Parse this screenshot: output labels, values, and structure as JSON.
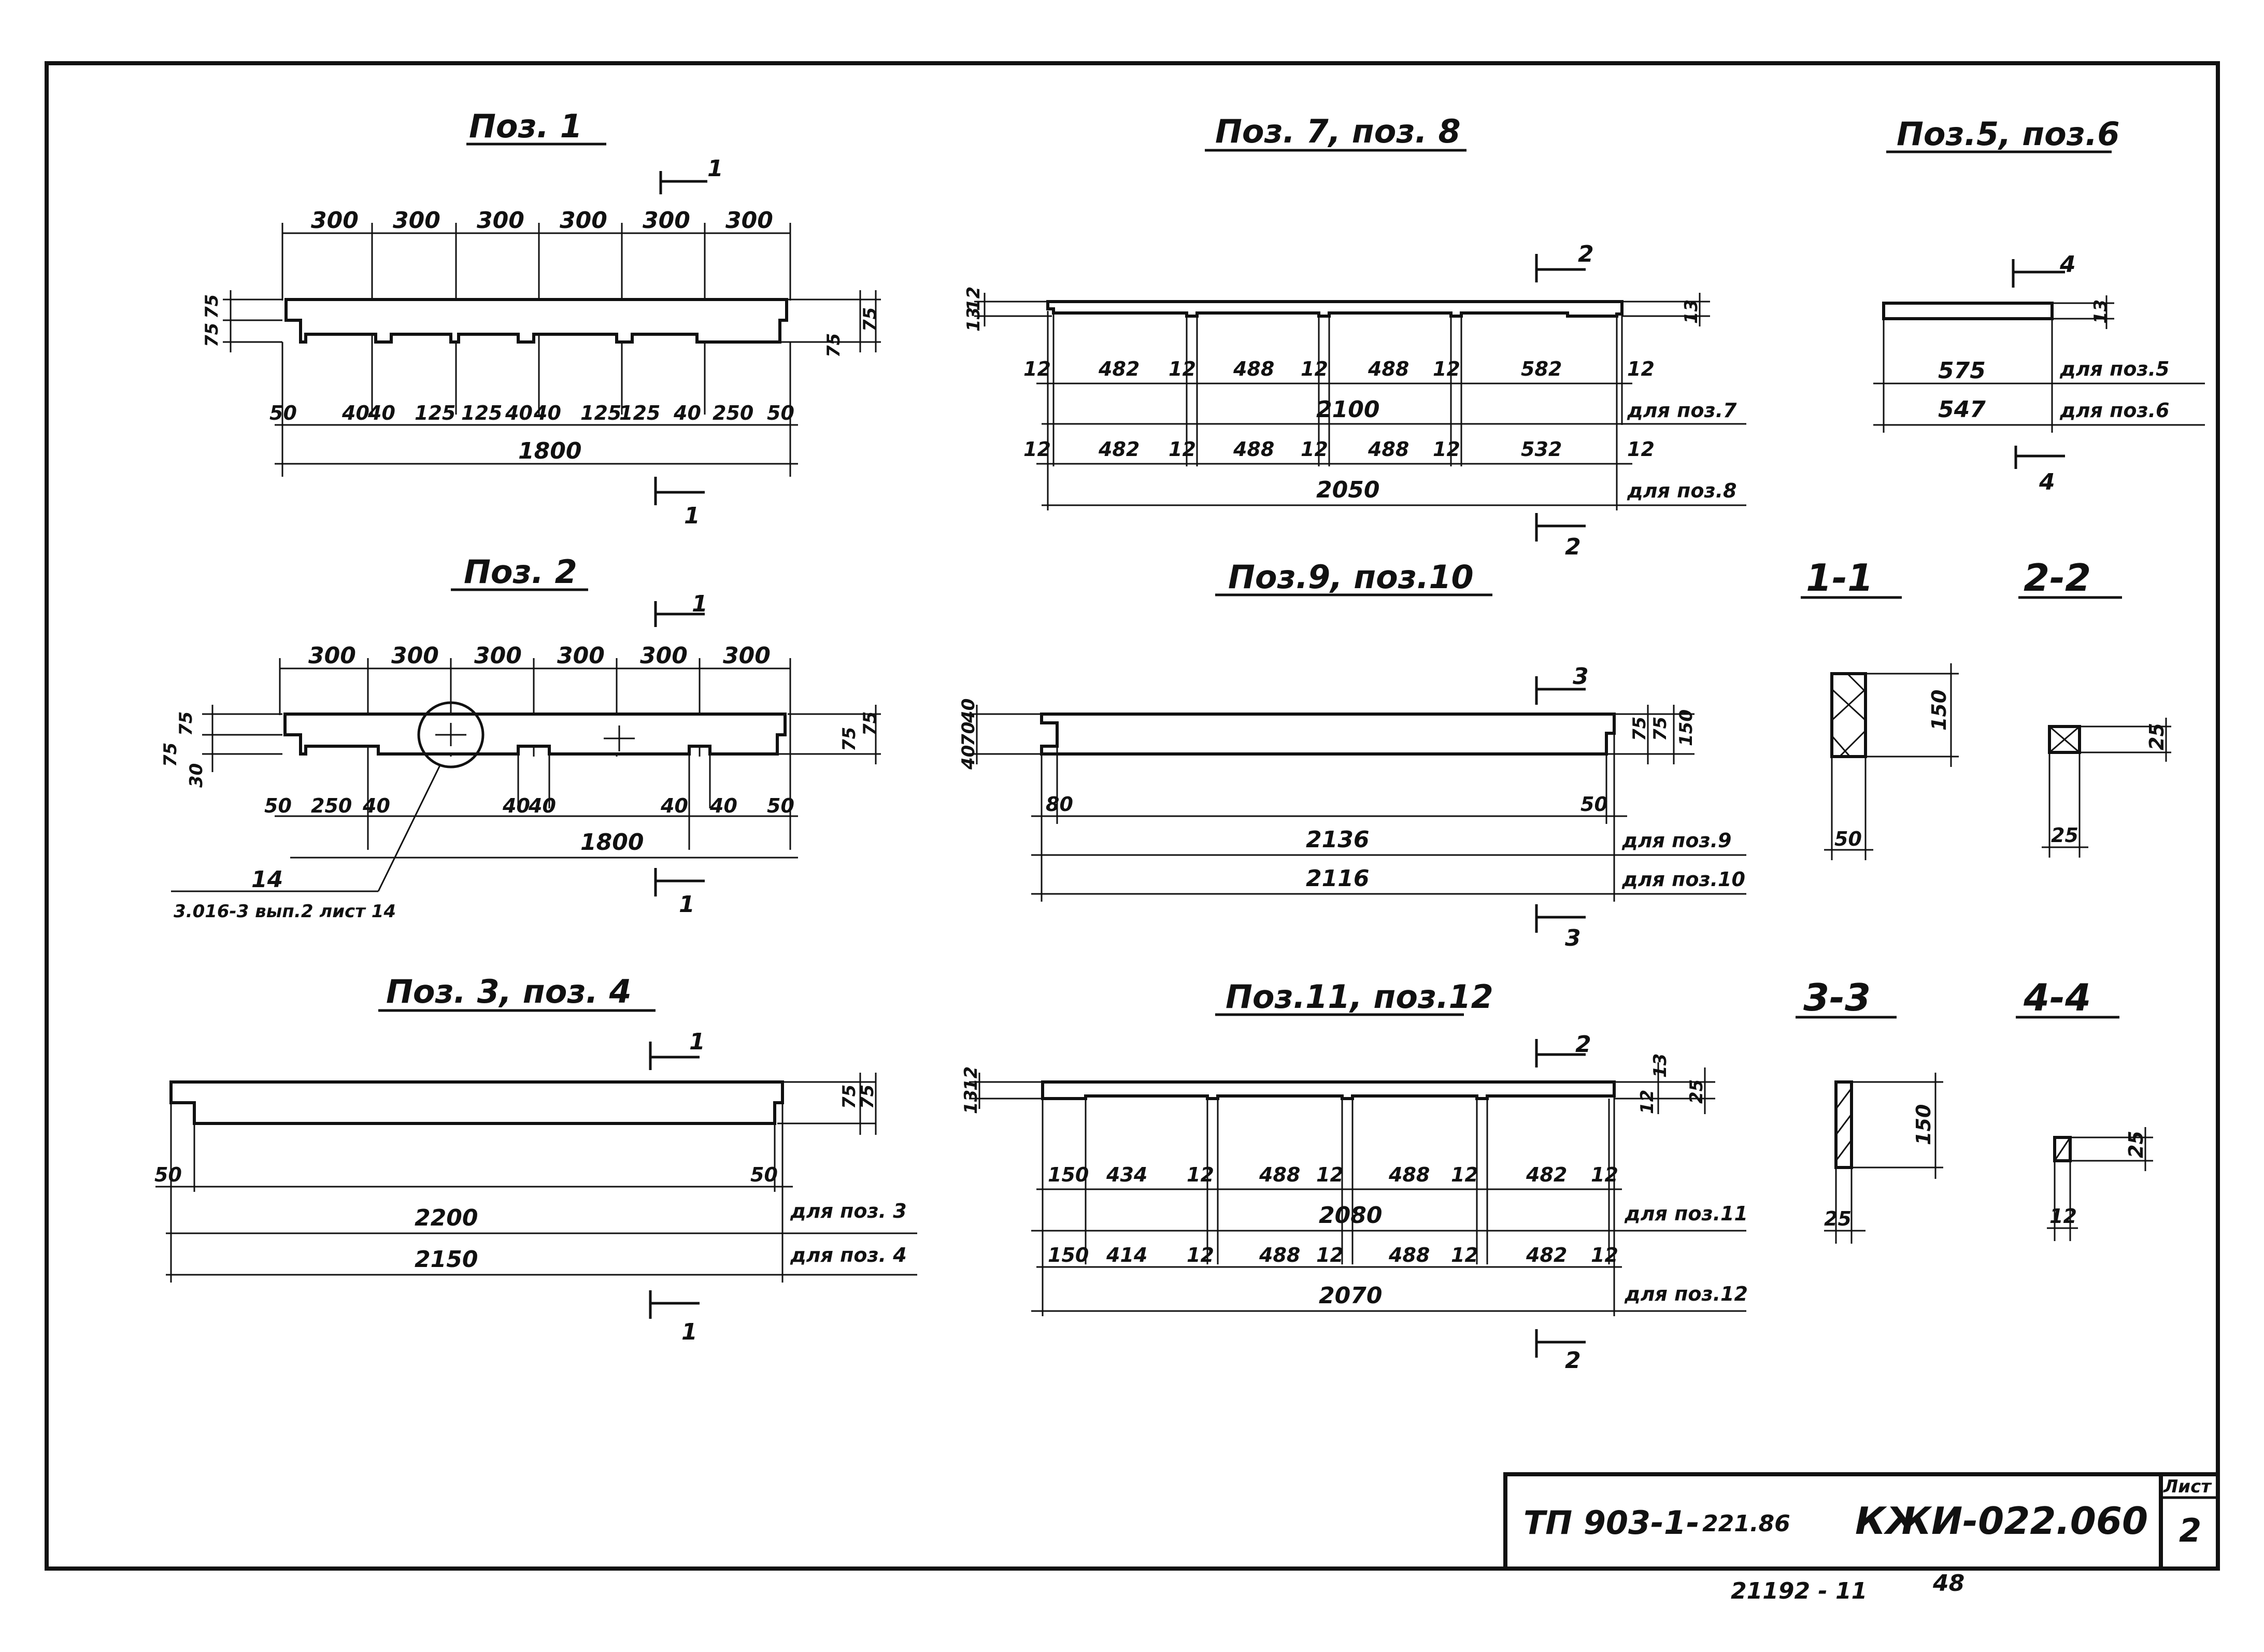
{
  "titles": {
    "poz1": "Поз. 1",
    "poz78": "Поз. 7, поз. 8",
    "poz56": "Поз.5, поз.6",
    "poz2": "Поз. 2",
    "poz910": "Поз.9, поз.10",
    "poz34": "Поз. 3, поз. 4",
    "poz1112": "Поз.11, поз.12"
  },
  "sections": {
    "s11": "1-1",
    "s22": "2-2",
    "s33": "3-3",
    "s44": "4-4"
  },
  "marks": {
    "m1": "1",
    "m2": "2",
    "m3": "3",
    "m4": "4"
  },
  "poz1": {
    "top": [
      "300",
      "300",
      "300",
      "300",
      "300",
      "300"
    ],
    "left_v": [
      "75",
      "75"
    ],
    "right_v": [
      "75",
      "75"
    ],
    "bottom": [
      "50",
      "40",
      "40",
      "125",
      "125",
      "40",
      "40",
      "125",
      "125",
      "40",
      "250",
      "50"
    ],
    "total": "1800"
  },
  "poz2": {
    "top": [
      "300",
      "300",
      "300",
      "300",
      "300",
      "300"
    ],
    "left_v": [
      "75",
      "75",
      "30"
    ],
    "right_v": [
      "75",
      "75"
    ],
    "bottom": [
      "50",
      "250",
      "40",
      "40",
      "40",
      "40",
      "40",
      "50"
    ],
    "total": "1800",
    "callout_num": "14",
    "callout_ref": "3.016-3 вып.2 лист 14"
  },
  "poz34": {
    "right_v": [
      "75",
      "75"
    ],
    "left": "50",
    "right": "50",
    "total1": "2200",
    "label1": "для поз. 3",
    "total2": "2150",
    "label2": "для поз. 4"
  },
  "poz78": {
    "left_v": [
      "12",
      "13"
    ],
    "right_v": [
      "13"
    ],
    "row1": [
      "12",
      "482",
      "12",
      "488",
      "12",
      "488",
      "12",
      "582",
      "12"
    ],
    "total1": "2100",
    "label1": "для поз.7",
    "row2": [
      "12",
      "482",
      "12",
      "488",
      "12",
      "488",
      "12",
      "532",
      "12"
    ],
    "total2": "2050",
    "label2": "для поз.8"
  },
  "poz910": {
    "left_v": [
      "40",
      "70",
      "40"
    ],
    "right_v": [
      "75",
      "75",
      "150"
    ],
    "left": "80",
    "right": "50",
    "total1": "2136",
    "label1": "для поз.9",
    "total2": "2116",
    "label2": "для поз.10"
  },
  "poz1112": {
    "left_v": [
      "12",
      "13"
    ],
    "right_v": [
      "13",
      "12",
      "25"
    ],
    "row1": [
      "150",
      "434",
      "12",
      "488",
      "12",
      "488",
      "12",
      "482",
      "12"
    ],
    "total1": "2080",
    "label1": "для поз.11",
    "row2": [
      "150",
      "414",
      "12",
      "488",
      "12",
      "488",
      "12",
      "482",
      "12"
    ],
    "total2": "2070",
    "label2": "для поз.12"
  },
  "poz56": {
    "right_v": "13",
    "total1": "575",
    "label1": "для поз.5",
    "total2": "547",
    "label2": "для поз.6"
  },
  "sec11": {
    "h": "150",
    "w": "50"
  },
  "sec22": {
    "h": "25",
    "w": "25"
  },
  "sec33": {
    "h": "150",
    "w": "25"
  },
  "sec44": {
    "h": "25",
    "w": "12"
  },
  "stamp": {
    "code": "ТП 903-1-",
    "code_num": "221.86",
    "doc": "КЖИ-022.060",
    "sheet_label": "Лист",
    "sheet": "2"
  },
  "footer": {
    "num": "21192 - 11",
    "page": "48"
  }
}
